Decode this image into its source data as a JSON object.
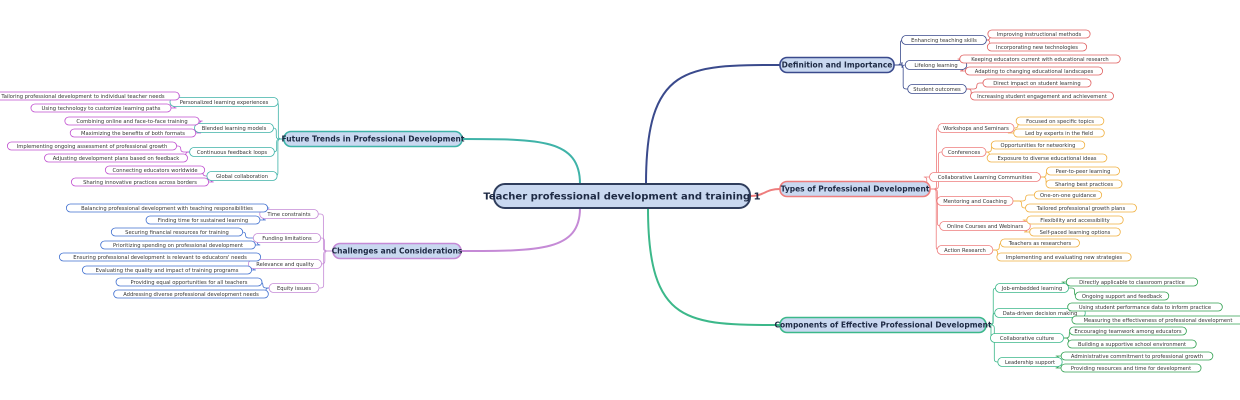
{
  "root": {
    "label": "Teacher professional development and training 1"
  },
  "colors": {
    "root_fill": "#c9d8f0",
    "root_stroke": "#2f3d5c",
    "definition": "#3a4a8c",
    "types": "#ee7d7d",
    "components": "#3cb88a",
    "challenges": "#c58ad6",
    "future": "#3fb3a8",
    "definition_leaf": "#e06060",
    "types_leaf": "#f0b040",
    "components_leaf": "#30a050",
    "challenges_leaf": "#4070d0",
    "future_leaf": "#c050d0"
  },
  "branches": [
    {
      "id": "definition",
      "label": "Definition and Importance",
      "children": [
        {
          "label": "Enhancing teaching skills",
          "children": [
            "Improving instructional methods",
            "Incorporating new technologies"
          ]
        },
        {
          "label": "Lifelong learning",
          "children": [
            "Keeping educators current with educational research",
            "Adapting to changing educational landscapes"
          ]
        },
        {
          "label": "Student outcomes",
          "children": [
            "Direct impact on student learning",
            "Increasing student engagement and achievement"
          ]
        }
      ]
    },
    {
      "id": "types",
      "label": "Types of Professional Development",
      "children": [
        {
          "label": "Workshops and Seminars",
          "children": [
            "Focused on specific topics",
            "Led by experts in the field"
          ]
        },
        {
          "label": "Conferences",
          "children": [
            "Opportunities for networking",
            "Exposure to diverse educational ideas"
          ]
        },
        {
          "label": "Collaborative Learning Communities",
          "children": [
            "Peer-to-peer learning",
            "Sharing best practices"
          ]
        },
        {
          "label": "Mentoring and Coaching",
          "children": [
            "One-on-one guidance",
            "Tailored professional growth plans"
          ]
        },
        {
          "label": "Online Courses and Webinars",
          "children": [
            "Flexibility and accessibility",
            "Self-paced learning options"
          ]
        },
        {
          "label": "Action Research",
          "children": [
            "Teachers as researchers",
            "Implementing and evaluating new strategies"
          ]
        }
      ]
    },
    {
      "id": "components",
      "label": "Components of Effective Professional Development",
      "children": [
        {
          "label": "Job-embedded learning",
          "children": [
            "Directly applicable to classroom practice",
            "Ongoing support and feedback"
          ]
        },
        {
          "label": "Data-driven decision making",
          "children": [
            "Using student performance data to inform practice",
            "Measuring the effectiveness of professional development"
          ]
        },
        {
          "label": "Collaborative culture",
          "children": [
            "Encouraging teamwork among educators",
            "Building a supportive school environment"
          ]
        },
        {
          "label": "Leadership support",
          "children": [
            "Administrative commitment to professional growth",
            "Providing resources and time for development"
          ]
        }
      ]
    },
    {
      "id": "future",
      "label": "Future Trends in Professional Development",
      "children": [
        {
          "label": "Personalized learning experiences",
          "children": [
            "Tailoring professional development to individual teacher needs",
            "Using technology to customize learning paths"
          ]
        },
        {
          "label": "Blended learning models",
          "children": [
            "Combining online and face-to-face training",
            "Maximizing the benefits of both formats"
          ]
        },
        {
          "label": "Continuous feedback loops",
          "children": [
            "Implementing ongoing assessment of professional growth",
            "Adjusting development plans based on feedback"
          ]
        },
        {
          "label": "Global collaboration",
          "children": [
            "Connecting educators worldwide",
            "Sharing innovative practices across borders"
          ]
        }
      ]
    },
    {
      "id": "challenges",
      "label": "Challenges and Considerations",
      "children": [
        {
          "label": "Time constraints",
          "children": [
            "Balancing professional development with teaching responsibilities",
            "Finding time for sustained learning"
          ]
        },
        {
          "label": "Funding limitations",
          "children": [
            "Securing financial resources for training",
            "Prioritizing spending on professional development"
          ]
        },
        {
          "label": "Relevance and quality",
          "children": [
            "Ensuring professional development is relevant to educators' needs",
            "Evaluating the quality and impact of training programs"
          ]
        },
        {
          "label": "Equity issues",
          "children": [
            "Providing equal opportunities for all teachers",
            "Addressing diverse professional development needs"
          ]
        }
      ]
    }
  ]
}
